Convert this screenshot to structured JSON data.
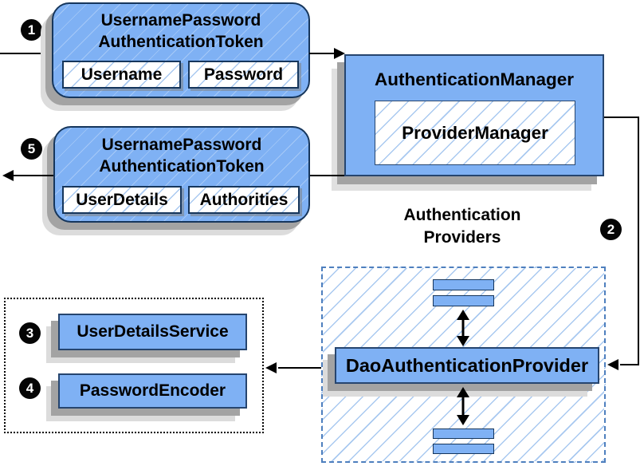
{
  "diagram": {
    "badges": {
      "b1": "1",
      "b2": "2",
      "b3": "3",
      "b4": "4",
      "b5": "5"
    },
    "token_request": {
      "title_line1": "UsernamePassword",
      "title_line2": "AuthenticationToken",
      "field1": "Username",
      "field2": "Password"
    },
    "token_response": {
      "title_line1": "UsernamePassword",
      "title_line2": "AuthenticationToken",
      "field1": "UserDetails",
      "field2": "Authorities"
    },
    "authentication_manager": {
      "title": "AuthenticationManager",
      "inner": "ProviderManager"
    },
    "providers_group": {
      "label_line1": "Authentication",
      "label_line2": "Providers"
    },
    "dao_provider": {
      "title": "DaoAuthenticationProvider"
    },
    "services": {
      "user_details_service": "UserDetailsService",
      "password_encoder": "PasswordEncoder"
    },
    "colors": {
      "box_blue": "#7FB1F4",
      "border_navy": "#16365C",
      "hatch_blue": "#A9C9F0",
      "dashed_border_blue": "#4E7FBE",
      "line_black": "#000000"
    }
  }
}
